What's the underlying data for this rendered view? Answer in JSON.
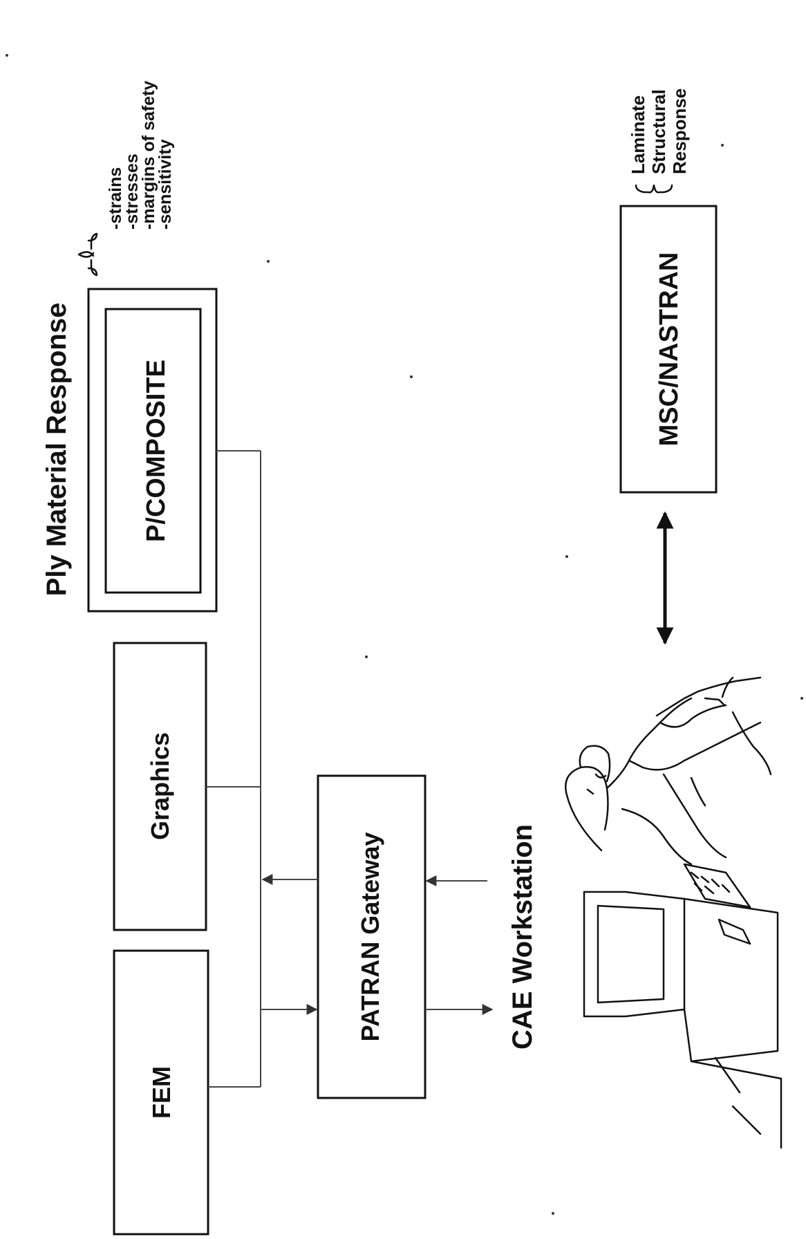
{
  "boxes": {
    "fem": "FEM",
    "graphics": "Graphics",
    "p_composite": "P/COMPOSITE",
    "patran_gateway": "PATRAN  Gateway",
    "msc_nastran": "MSC/NASTRAN"
  },
  "labels": {
    "cae_workstation": "CAE  Workstation",
    "ply_material_response": "Ply  Material  Response",
    "laminate_structural_response": [
      "Laminate",
      "Structural",
      "Response"
    ]
  },
  "ply_outputs": [
    "-strains",
    "-stresses",
    "-margins of safety",
    "-sensitivity"
  ],
  "icons": {
    "operator": "engineer-at-workstation-icon",
    "terminal": "computer-terminal-icon",
    "arrow": "double-arrow-icon"
  }
}
